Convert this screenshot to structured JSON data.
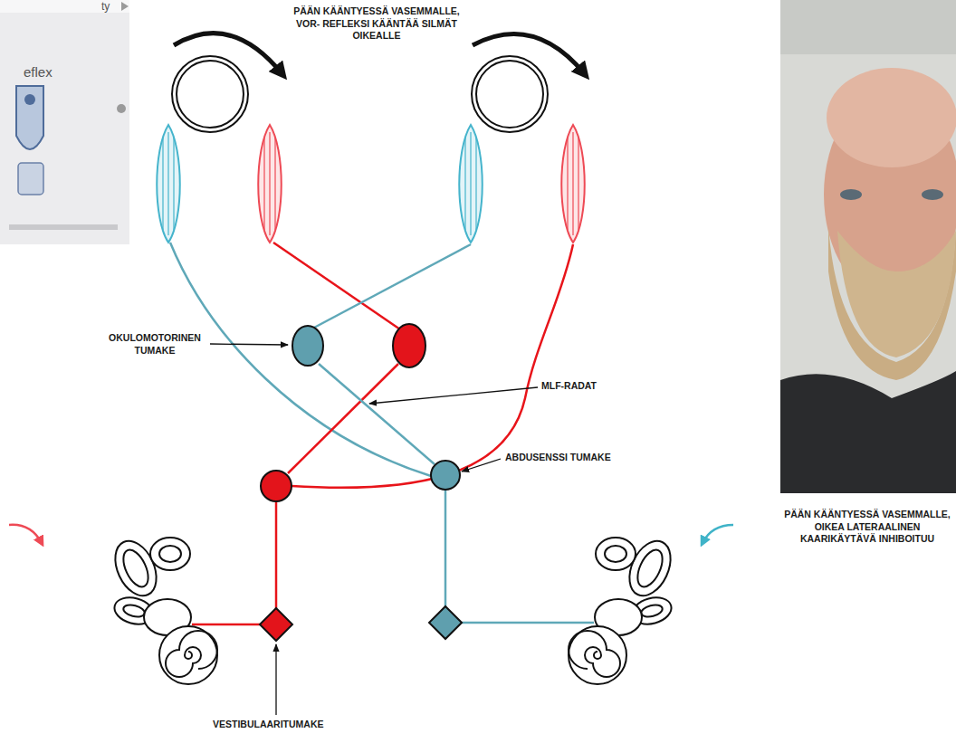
{
  "diagram": {
    "labels": [
      "ty",
      "eflex",
      "PÄÄN KÄÄNTYESSÄ VASEMMALLE, VOR- REFLEKSI KÄÄNTÄÄ SILMÄT OIKEALLE",
      "OKULOMOTORINEN TUMAKE",
      "MLF-RADAT",
      "ABDUSENSSI TUMAKE",
      "PÄÄN KÄÄNTYESSÄ VASEMMALLE, OIKEA LATERAALINEN KAARIKÄYTÄVÄ INHIBOITUU",
      "VESTIBULAARITUMAKE"
    ]
  }
}
